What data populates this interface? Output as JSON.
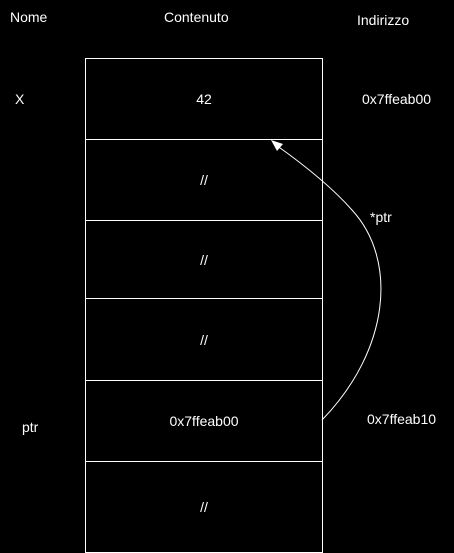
{
  "headers": {
    "name": "Nome",
    "content": "Contenuto",
    "address": "Indirizzo"
  },
  "cells": [
    {
      "value": "42"
    },
    {
      "value": "//"
    },
    {
      "value": "//"
    },
    {
      "value": "//"
    },
    {
      "value": "0x7ffeab00"
    },
    {
      "value": "//"
    }
  ],
  "variables": {
    "x": {
      "name": "X",
      "address": "0x7ffeab00"
    },
    "ptr": {
      "name": "ptr",
      "address": "0x7ffeab10"
    }
  },
  "arrow": {
    "label": "*ptr",
    "color": "#ffffff"
  },
  "colors": {
    "background": "#000000",
    "foreground": "#ffffff"
  }
}
